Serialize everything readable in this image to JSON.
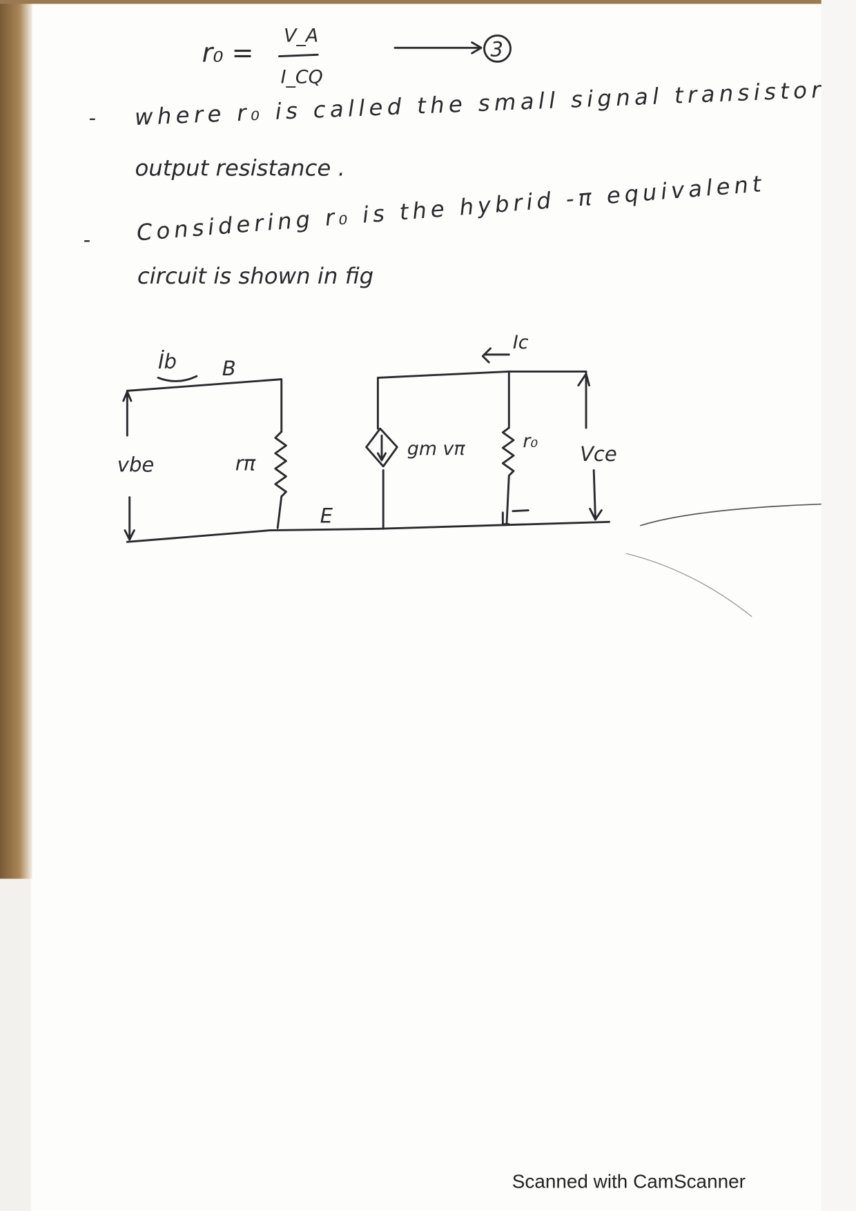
{
  "formula": {
    "lhs": "r₀ =",
    "numerator": "V_A",
    "denominator": "I_CQ",
    "equation_number": "3"
  },
  "paragraphs": [
    {
      "bullet": "-",
      "line1": "where r₀ is called the small signal transistor",
      "line2": "output resistance ."
    },
    {
      "bullet": "-",
      "line1": "Considering r₀ is the hybrid -π equivalent",
      "line2": "circuit is shown in fig"
    }
  ],
  "circuit": {
    "base_current": "İb",
    "base_node": "B",
    "vbe": "vbe",
    "r_pi": "rπ",
    "emitter_node": "E",
    "dependent_source": "gm vπ",
    "r_o": "r₀",
    "vce": "Vce",
    "collector_current": "Ic"
  },
  "footer": {
    "watermark": "Scanned with CamScanner"
  },
  "colors": {
    "ink": "#2a2a2e",
    "paper": "#ffffff",
    "edge": "#8a6a40"
  }
}
